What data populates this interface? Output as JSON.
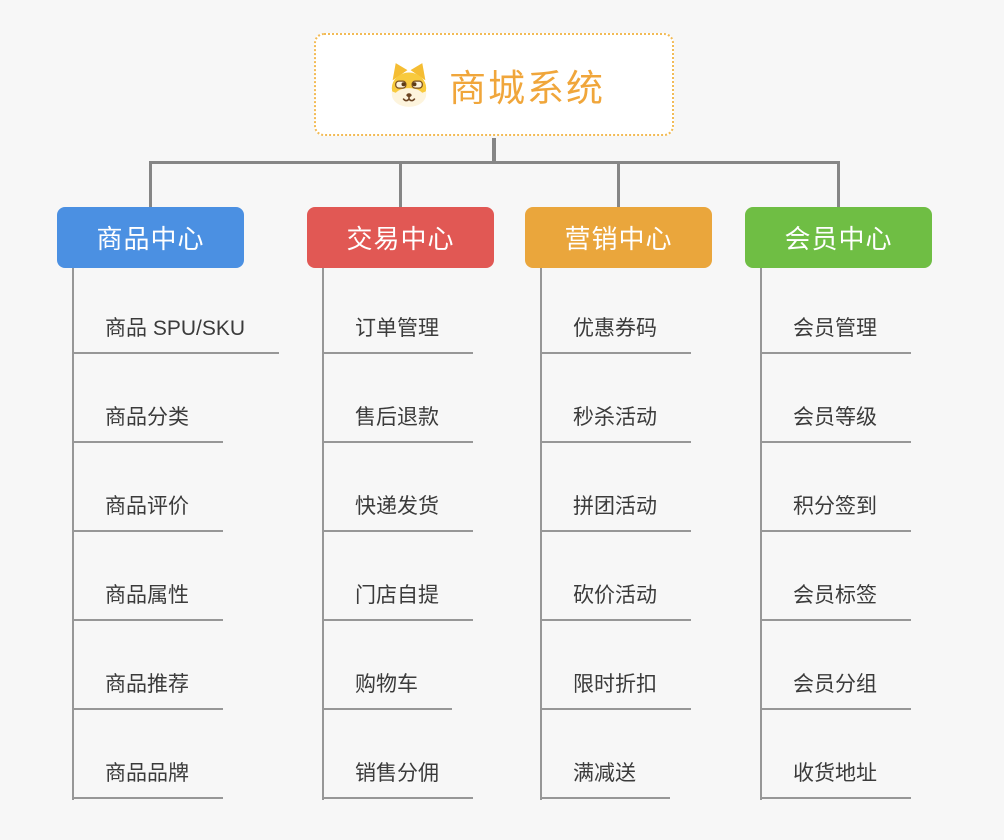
{
  "page": {
    "background_color": "#f7f7f7",
    "connector_color": "#868686",
    "topic_line_color": "#979797",
    "topic_text_color": "#3b3b3b"
  },
  "root": {
    "title": "商城系统",
    "icon": "dog-face-icon",
    "title_color": "#f0a63b",
    "border_color": "#f2bb56"
  },
  "branches": [
    {
      "label": "商品中心",
      "color": "#4b90e2",
      "items": [
        "商品 SPU/SKU",
        "商品分类",
        "商品评价",
        "商品属性",
        "商品推荐",
        "商品品牌"
      ]
    },
    {
      "label": "交易中心",
      "color": "#e15854",
      "items": [
        "订单管理",
        "售后退款",
        "快递发货",
        "门店自提",
        "购物车",
        "销售分佣"
      ]
    },
    {
      "label": "营销中心",
      "color": "#eaa63c",
      "items": [
        "优惠券码",
        "秒杀活动",
        "拼团活动",
        "砍价活动",
        "限时折扣",
        "满减送"
      ]
    },
    {
      "label": "会员中心",
      "color": "#6fbe44",
      "items": [
        "会员管理",
        "会员等级",
        "积分签到",
        "会员标签",
        "会员分组",
        "收货地址"
      ]
    }
  ]
}
